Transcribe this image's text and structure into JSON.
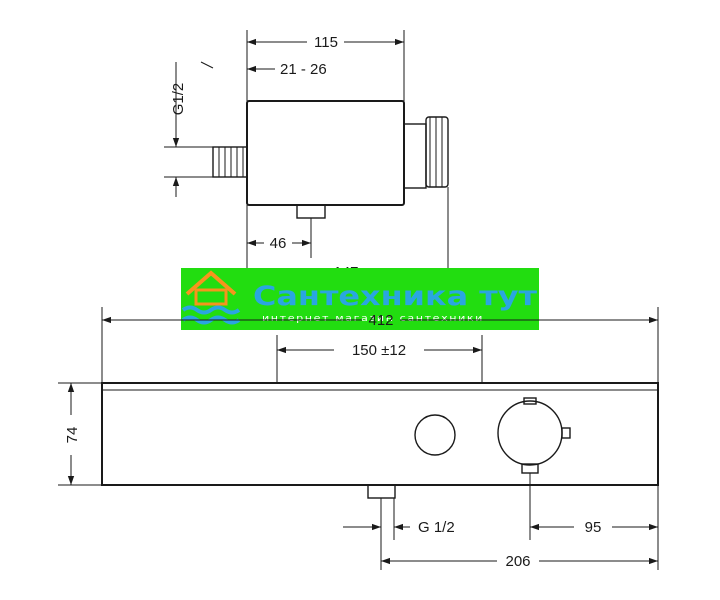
{
  "colors": {
    "line": "#1a1a1a",
    "watermark_green": "#22dd10",
    "watermark_blue": "#2aa6e0",
    "watermark_orange": "#f7941d"
  },
  "dimensions": {
    "top_width": "115",
    "inlet_range": "21 - 26",
    "thread_side": "G1/2",
    "outlet_offset": "46",
    "depth_total": "147",
    "length_total": "412",
    "centers": "150 ±12",
    "height": "74",
    "thread_bottom": "G 1/2",
    "handle_offset": "95",
    "outlet_distance": "206"
  },
  "watermark": {
    "title": "Сантехника тут",
    "subtitle": "интернет магазин сантехники",
    "logo_icon": "house-waves-icon"
  }
}
